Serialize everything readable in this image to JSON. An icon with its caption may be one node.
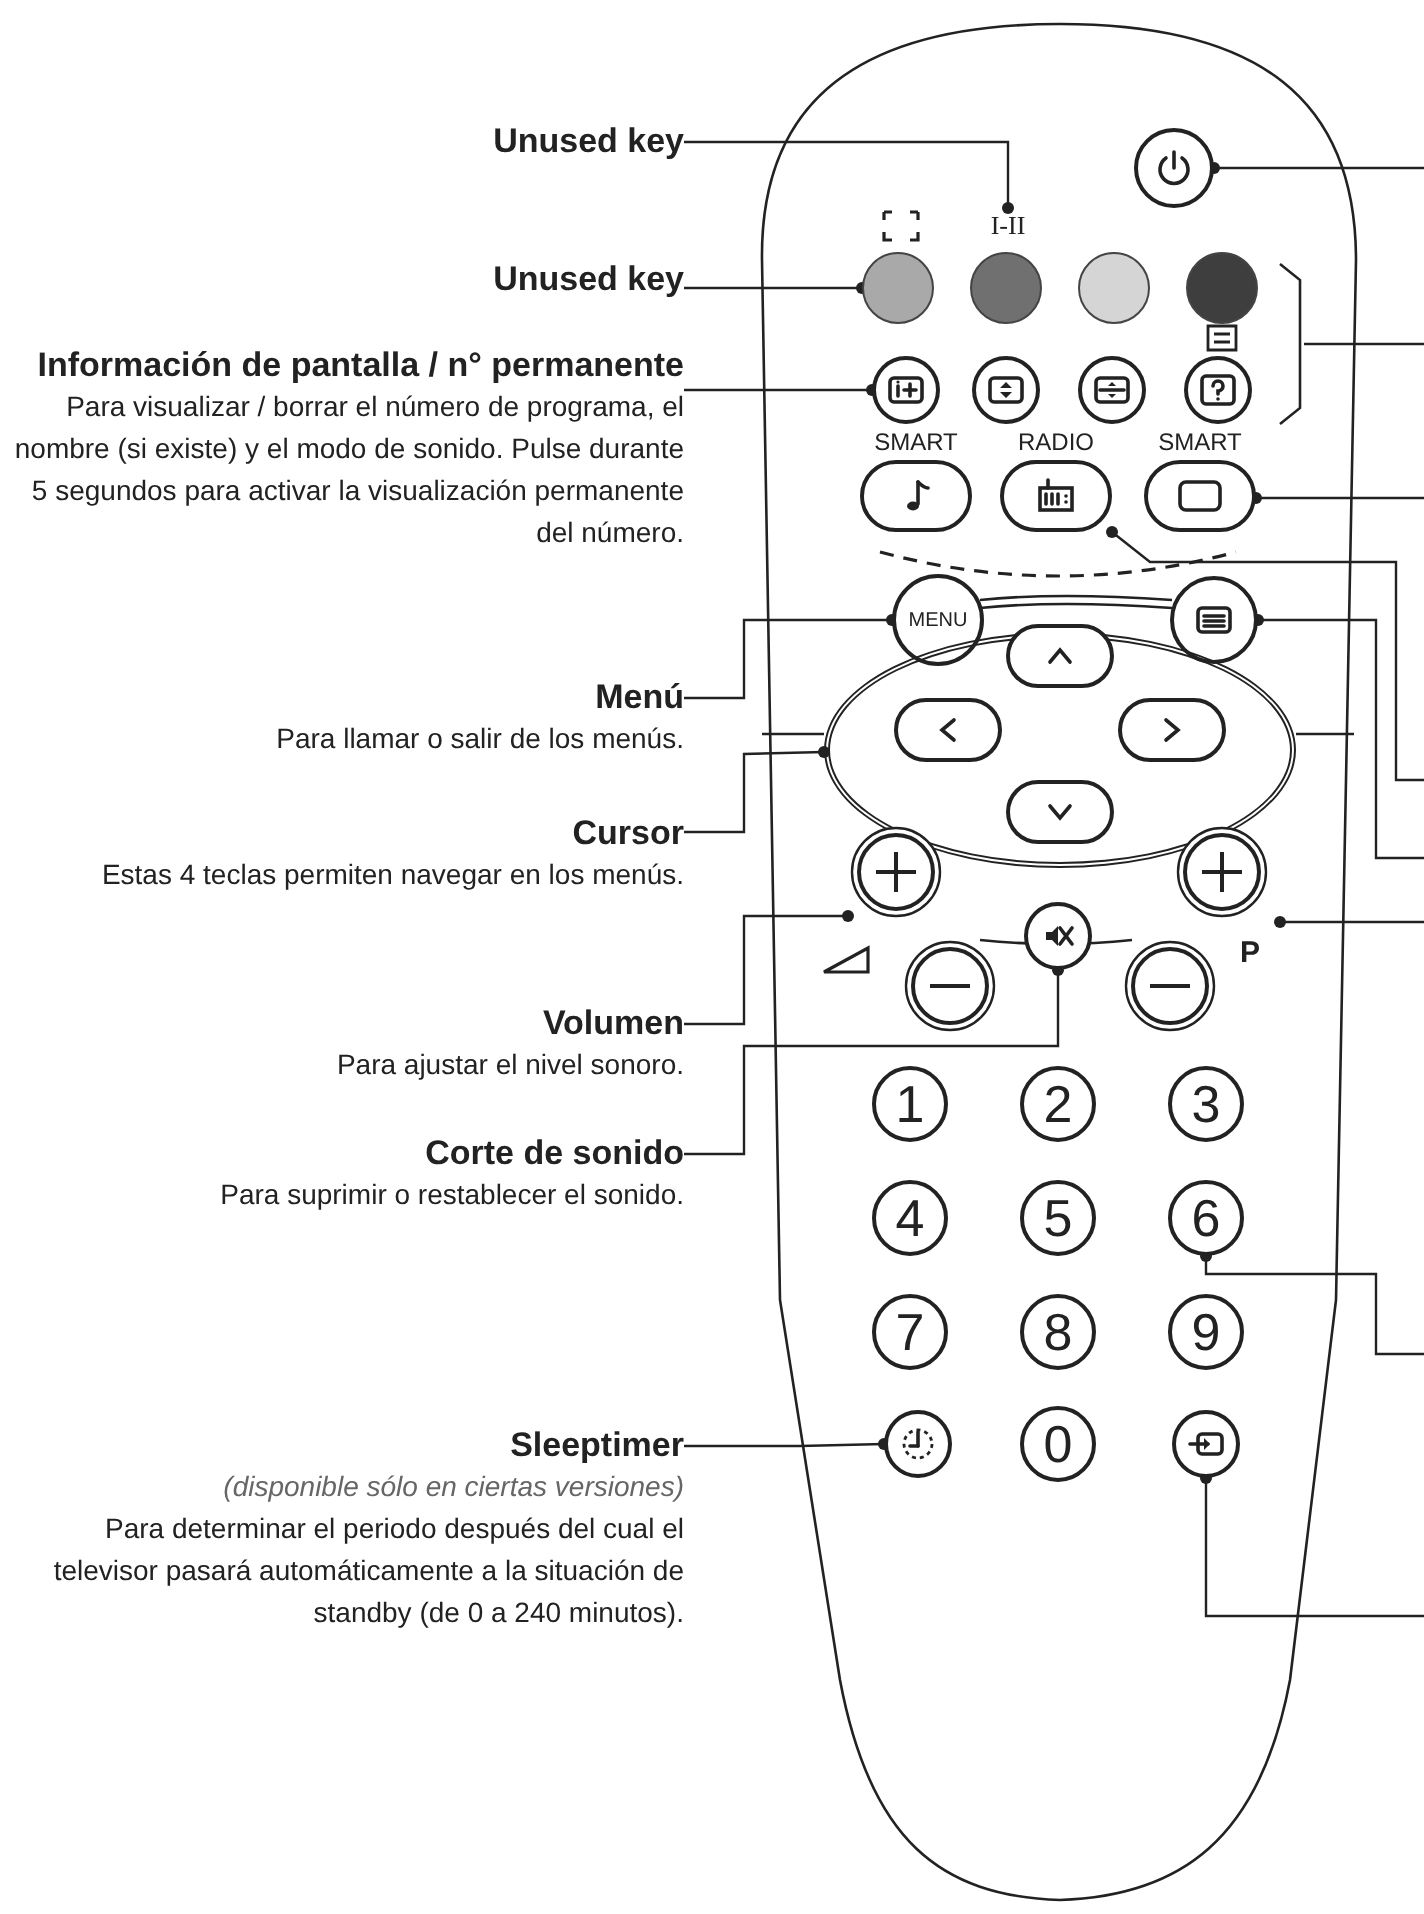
{
  "diagram": {
    "nodes": [
      {
        "text": [
          "Unused key"
        ]
      },
      {
        "text": [
          "Unused key"
        ]
      },
      {
        "text": [
          "Información de pantalla / n° permanente",
          "Para visualizar / borrar el número de programa, el nombre (si existe) y el modo de sonido. Pulse durante 5 segundos para activar la visualización permanente del número."
        ]
      },
      {
        "text": [
          "Menú",
          "Para llamar o salir de los menús."
        ]
      },
      {
        "text": [
          "Cursor",
          "Estas 4 teclas permiten navegar en los menús."
        ]
      },
      {
        "text": [
          "Volumen",
          "Para ajustar el nivel sonoro."
        ]
      },
      {
        "text": [
          "Corte de sonido",
          "Para suprimir o restablecer el sonido."
        ]
      },
      {
        "text": [
          "Sleeptimer",
          "(disponible sólo en ciertas versiones)",
          "Para determinar el periodo después del cual el televisor pasará automáticamente a la situación de standby (de 0 a 240 minutos)."
        ]
      },
      {
        "text": [],
        "shape": "remote"
      },
      {
        "text": [],
        "shape": "circle",
        "in": 8
      },
      {
        "text": [
          "I-II"
        ],
        "in": 8
      },
      {
        "text": [],
        "shape": "circle",
        "in": 8
      },
      {
        "text": [],
        "shape": "circle",
        "in": 8
      },
      {
        "text": [],
        "shape": "circle",
        "in": 8
      },
      {
        "text": [],
        "shape": "circle",
        "in": 8
      },
      {
        "text": [],
        "shape": "bracket",
        "in": 8
      },
      {
        "text": [],
        "shape": "circle",
        "in": 8
      },
      {
        "text": [],
        "shape": "circle",
        "in": 8
      },
      {
        "text": [],
        "shape": "circle",
        "in": 8
      },
      {
        "text": [],
        "shape": "circle",
        "in": 8
      },
      {
        "text": [
          "SMART"
        ],
        "in": 8
      },
      {
        "text": [
          "RADIO"
        ],
        "in": 8
      },
      {
        "text": [
          "SMART"
        ],
        "in": 8
      },
      {
        "text": [
          "MENU"
        ],
        "in": 8
      },
      {
        "text": [],
        "shape": "circle",
        "in": 8
      },
      {
        "text": [],
        "shape": "ellipse",
        "in": 8
      },
      {
        "text": [],
        "shape": "button",
        "in": 8
      },
      {
        "text": [],
        "shape": "button",
        "in": 25
      },
      {
        "text": [],
        "shape": "button",
        "in": 25
      },
      {
        "text": [],
        "shape": "button",
        "in": 25
      },
      {
        "text": [],
        "shape": "rocker",
        "in": 8
      },
      {
        "text": [],
        "shape": "circle",
        "in": 8
      },
      {
        "text": [
          "P"
        ],
        "in": 8
      },
      {
        "text": [
          "1"
        ],
        "in": 8
      },
      {
        "text": [
          "2"
        ],
        "in": 8
      },
      {
        "text": [
          "3"
        ],
        "in": 8
      },
      {
        "text": [
          "4"
        ],
        "in": 8
      },
      {
        "text": [
          "5"
        ],
        "in": 8
      },
      {
        "text": [
          "6"
        ],
        "in": 8
      },
      {
        "text": [
          "7"
        ],
        "in": 8
      },
      {
        "text": [
          "8"
        ],
        "in": 8
      },
      {
        "text": [
          "9"
        ],
        "in": 8
      },
      {
        "text": [],
        "shape": "circle",
        "in": 8
      },
      {
        "text": [
          "0"
        ],
        "in": 8
      },
      {
        "text": [],
        "shape": "circle",
        "in": 8
      }
    ],
    "edges": [
      {
        "from": 0,
        "to": 10,
        "arrow": "other"
      },
      {
        "from": 1,
        "to": 11,
        "arrow": "other"
      },
      {
        "from": 2,
        "to": 16,
        "arrow": "other"
      },
      {
        "from": 3,
        "to": 23,
        "arrow": "other"
      },
      {
        "from": 4,
        "to": 25,
        "arrow": "other"
      },
      {
        "from": 5,
        "to": 30,
        "arrow": "other"
      },
      {
        "from": 6,
        "to": 31,
        "arrow": "other"
      },
      {
        "from": 7,
        "to": 42,
        "arrow": "other"
      },
      {
        "from": null,
        "to": 9,
        "arrow": "other"
      },
      {
        "from": null,
        "to": 15,
        "arrow": "none"
      },
      {
        "from": null,
        "to": 22,
        "arrow": "other"
      },
      {
        "from": null,
        "to": 21,
        "arrow": "other"
      },
      {
        "from": null,
        "to": 24,
        "arrow": "other"
      },
      {
        "from": null,
        "to": 32,
        "arrow": "other"
      },
      {
        "from": null,
        "to": 38,
        "arrow": "other"
      },
      {
        "from": null,
        "to": 44,
        "arrow": "other"
      }
    ]
  }
}
